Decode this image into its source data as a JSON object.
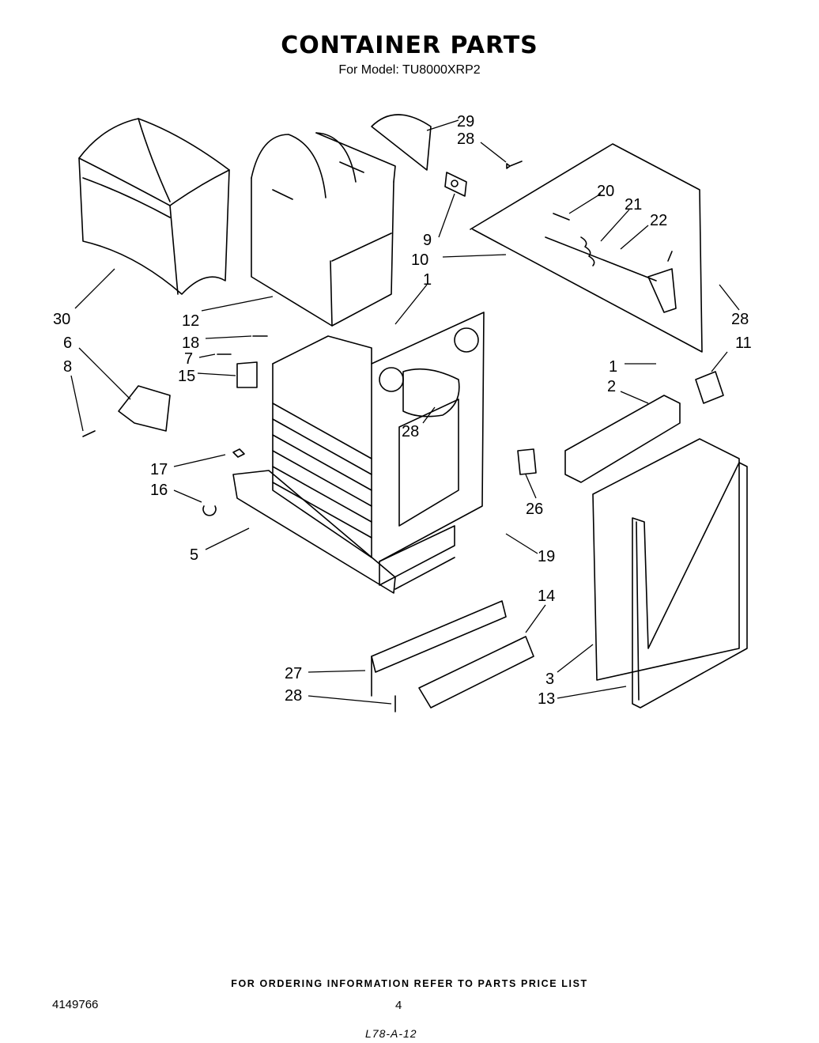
{
  "header": {
    "title": "CONTAINER PARTS",
    "model": "For Model: TU8000XRP2"
  },
  "callouts": [
    "29",
    "28",
    "20",
    "21",
    "22",
    "9",
    "10",
    "1",
    "30",
    "12",
    "28",
    "11",
    "6",
    "18",
    "8",
    "7",
    "15",
    "1",
    "2",
    "28",
    "17",
    "16",
    "26",
    "5",
    "19",
    "14",
    "27",
    "3",
    "28",
    "13"
  ],
  "footer": {
    "ordering_note": "FOR ORDERING INFORMATION REFER TO PARTS PRICE LIST",
    "document_number": "4149766",
    "page_number": "4",
    "handwritten_code": "L78-A-12"
  }
}
